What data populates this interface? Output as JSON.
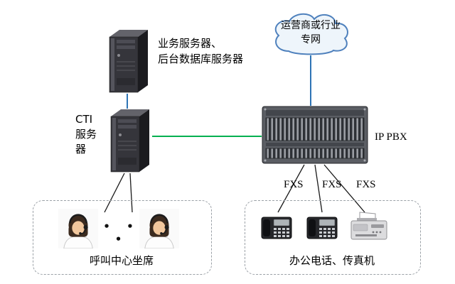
{
  "labels": {
    "app_server": [
      "业务服务器、",
      "后台数据库服务器"
    ],
    "cloud": "运营商或行业专网",
    "cti": "CTI\n服务\n器",
    "ip_pbx": "IP PBX",
    "fxs": [
      "FXS",
      "FXS",
      "FXS"
    ],
    "call_center": "呼叫中心坐席",
    "office": "办公电话、传真机",
    "dots": "• • •"
  },
  "colors": {
    "blue_line": "#2e74b5",
    "green_line": "#00b050",
    "black_line": "#1a1a1a",
    "cloud_stroke": "#4f81bd",
    "cloud_fill": "#eef5fb",
    "dashed_border": "#9aa0a6"
  }
}
